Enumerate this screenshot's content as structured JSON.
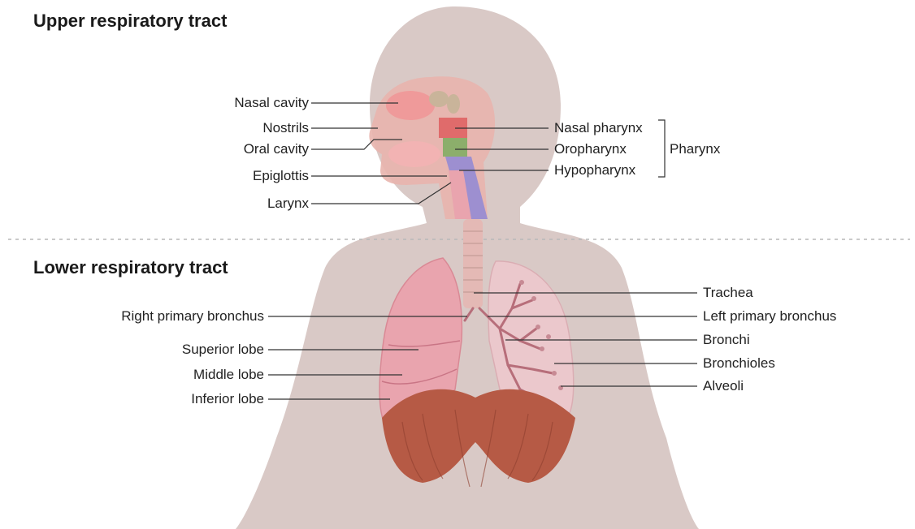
{
  "sections": {
    "upper_title": "Upper respiratory tract",
    "lower_title": "Lower respiratory tract"
  },
  "upper_left_labels": {
    "nasal_cavity": "Nasal cavity",
    "nostrils": "Nostrils",
    "oral_cavity": "Oral cavity",
    "epiglottis": "Epiglottis",
    "larynx": "Larynx"
  },
  "upper_right_labels": {
    "nasal_pharynx": "Nasal pharynx",
    "oropharynx": "Oropharynx",
    "hypopharynx": "Hypopharynx",
    "pharynx": "Pharynx"
  },
  "lower_left_labels": {
    "right_primary_bronchus": "Right primary bronchus",
    "superior_lobe": "Superior lobe",
    "middle_lobe": "Middle lobe",
    "inferior_lobe": "Inferior lobe"
  },
  "lower_right_labels": {
    "trachea": "Trachea",
    "left_primary_bronchus": "Left primary bronchus",
    "bronchi": "Bronchi",
    "bronchioles": "Bronchioles",
    "alveoli": "Alveoli"
  },
  "colors": {
    "body": "#d9c9c6",
    "lung_right": "#e9a4ae",
    "lung_left": "#efc8ce",
    "diaphragm": "#b65a45",
    "nasal_pharynx": "#e06b6b",
    "oropharynx": "#8cae6b",
    "hypopharynx": "#9d8fd0",
    "leader_line": "#333333",
    "divider": "#b8b8b8"
  }
}
